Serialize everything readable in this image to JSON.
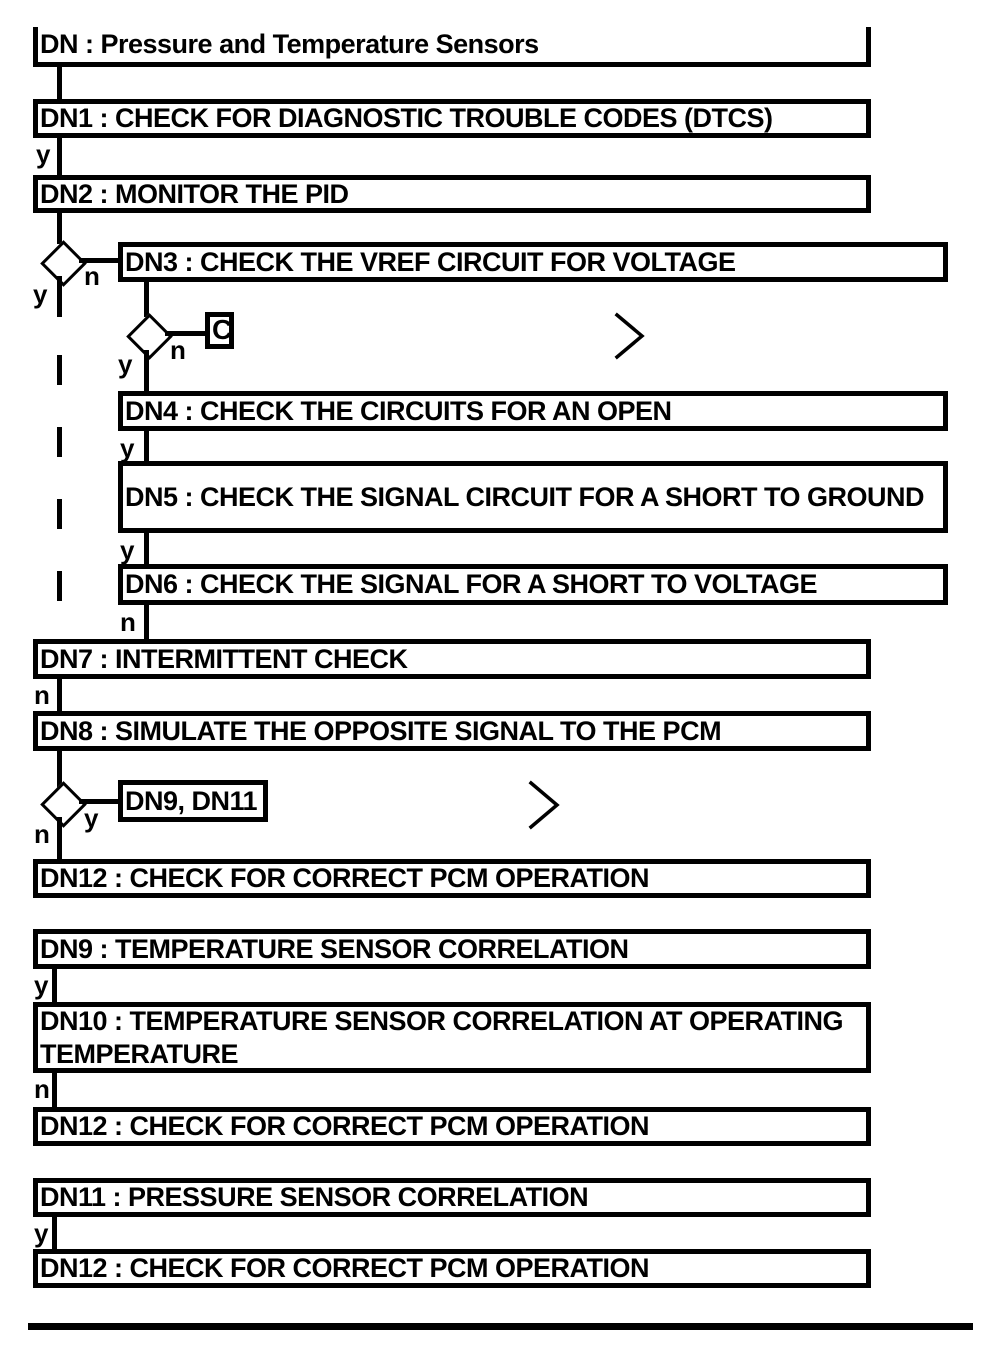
{
  "diagram": {
    "title": "DN : Pressure and Temperature Sensors",
    "nodes": {
      "dn1": "DN1 : CHECK FOR DIAGNOSTIC TROUBLE CODES (DTCS)",
      "dn2": "DN2 : MONITOR THE PID",
      "dn3": "DN3 : CHECK THE VREF CIRCUIT FOR VOLTAGE",
      "dn4": "DN4 : CHECK THE CIRCUITS FOR AN OPEN",
      "dn5": "DN5 : CHECK THE SIGNAL CIRCUIT FOR A SHORT TO GROUND",
      "dn6": "DN6 : CHECK THE SIGNAL FOR A SHORT TO VOLTAGE",
      "dn7": "DN7 : INTERMITTENT CHECK",
      "dn8": "DN8 : SIMULATE THE OPPOSITE SIGNAL TO THE PCM",
      "dn9": "DN9 : TEMPERATURE SENSOR CORRELATION",
      "dn10": "DN10 : TEMPERATURE SENSOR CORRELATION AT OPERATING TEMPERATURE",
      "dn11": "DN11 : PRESSURE SENSOR CORRELATION",
      "dn12": "DN12 : CHECK FOR CORRECT PCM OPERATION",
      "connector_c": "C",
      "goto_dn9_dn11": "DN9, DN11"
    },
    "branch": {
      "yes": "y",
      "no": "n"
    },
    "icons": {
      "off_page_connector": "chevron-right"
    },
    "colors": {
      "line": "#000000",
      "background": "#ffffff"
    }
  }
}
